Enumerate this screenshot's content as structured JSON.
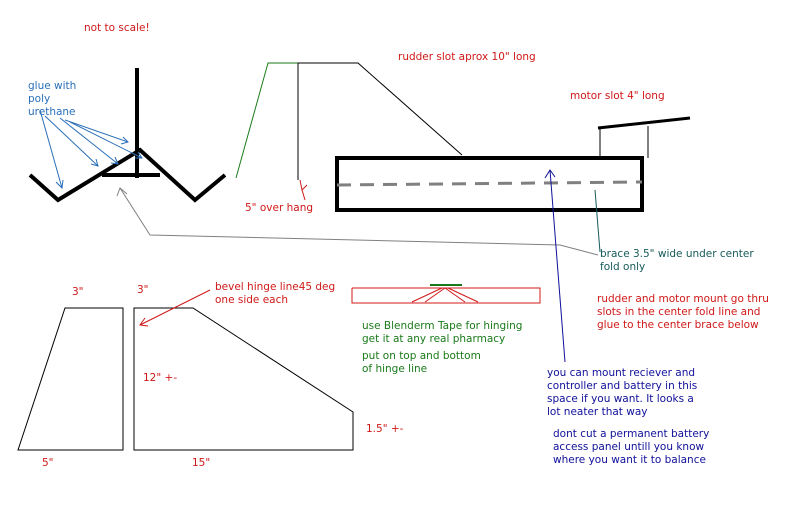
{
  "colors": {
    "black": "#000000",
    "red": "#d01818",
    "blue": "#2a6fb8",
    "navy": "#10109a",
    "green": "#1a7a1a",
    "teal": "#165a5a",
    "gray": "#808080"
  },
  "notes": {
    "not_to_scale": "not to scale!",
    "glue_line1": "glue with",
    "glue_line2": "poly",
    "glue_line3": "urethane",
    "rudder_slot": "rudder slot aprox 10\" long",
    "motor_slot": "motor slot 4\" long",
    "overhang": "5\" over hang",
    "brace_line1": "brace 3.5\" wide under center",
    "brace_line2": "fold only",
    "bevel_line1": "bevel hinge line45 deg",
    "bevel_line2": "one side each",
    "rudder_mount_line1": "rudder and motor mount go thru",
    "rudder_mount_line2": "slots in the center fold line and",
    "rudder_mount_line3": "glue to the center brace below",
    "tape_line1": "use Blenderm Tape for hinging",
    "tape_line2": "get it at any real pharmacy",
    "tape_line3": "put on top and bottom",
    "tape_line4": "of hinge line",
    "receiver_line1": "you can mount reciever and",
    "receiver_line2": "controller and battery in this",
    "receiver_line3": "space if you want. It looks a",
    "receiver_line4": "lot neater that way",
    "battery_line1": "dont cut a permanent battery",
    "battery_line2": "access panel untill you know",
    "battery_line3": "where you want it to balance"
  },
  "dimensions": {
    "elevon_top": "3\"",
    "wing_top": "3\"",
    "wing_height": "12\" +-",
    "wing_tip": "1.5\" +-",
    "elevon_bottom": "5\"",
    "wing_bottom": "15\""
  }
}
